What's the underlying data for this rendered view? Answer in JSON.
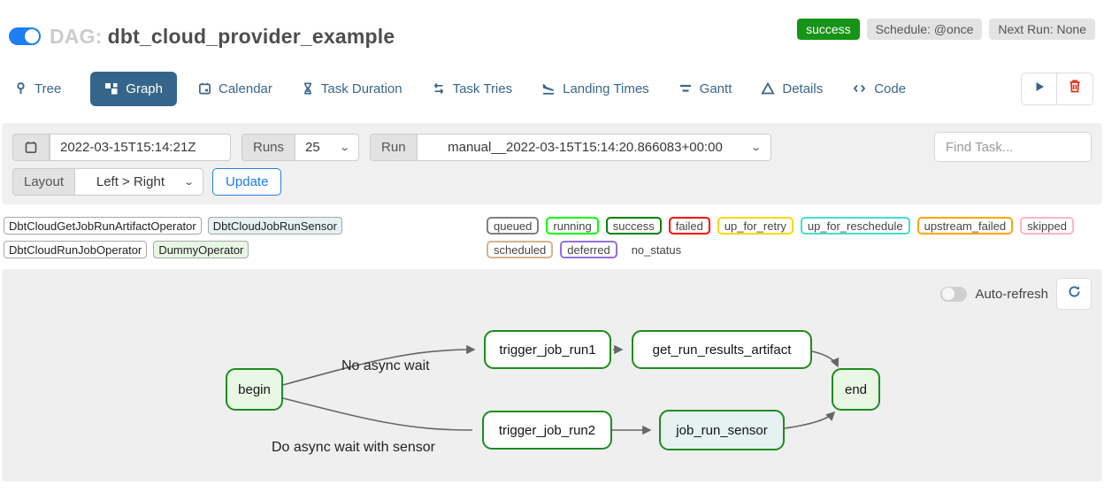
{
  "header": {
    "dag_prefix": "DAG:",
    "dag_id": "dbt_cloud_provider_example",
    "status_badge": "success",
    "schedule_badge": "Schedule: @once",
    "next_run_badge": "Next Run: None",
    "status_color": "#179317"
  },
  "tabs": [
    {
      "label": "Tree"
    },
    {
      "label": "Graph",
      "active": true
    },
    {
      "label": "Calendar"
    },
    {
      "label": "Task Duration"
    },
    {
      "label": "Task Tries"
    },
    {
      "label": "Landing Times"
    },
    {
      "label": "Gantt"
    },
    {
      "label": "Details"
    },
    {
      "label": "Code"
    }
  ],
  "filters": {
    "base_date": "2022-03-15T15:14:21Z",
    "runs_label": "Runs",
    "runs_value": "25",
    "run_label": "Run",
    "run_value": "manual__2022-03-15T15:14:20.866083+00:00",
    "find_task_placeholder": "Find Task...",
    "layout_label": "Layout",
    "layout_value": "Left > Right",
    "update_label": "Update"
  },
  "legend": {
    "operators": [
      {
        "label": "DbtCloudGetJobRunArtifactOperator",
        "fill": "#ffffff"
      },
      {
        "label": "DbtCloudJobRunSensor",
        "fill": "#e6f1f2"
      },
      {
        "label": "DbtCloudRunJobOperator",
        "fill": "#ffffff"
      },
      {
        "label": "DummyOperator",
        "fill": "#e8f7e4"
      }
    ],
    "states": [
      {
        "label": "queued",
        "color": "#808080"
      },
      {
        "label": "running",
        "color": "#00ff00"
      },
      {
        "label": "success",
        "color": "#008000"
      },
      {
        "label": "failed",
        "color": "#ff0000"
      },
      {
        "label": "up_for_retry",
        "color": "#ffd700"
      },
      {
        "label": "up_for_reschedule",
        "color": "#40e0d0"
      },
      {
        "label": "upstream_failed",
        "color": "#ffa500"
      },
      {
        "label": "skipped",
        "color": "#ffb6c1"
      },
      {
        "label": "scheduled",
        "color": "#d2b48c"
      },
      {
        "label": "deferred",
        "color": "#9370db"
      },
      {
        "label": "no_status",
        "color": "transparent"
      }
    ]
  },
  "graph": {
    "auto_refresh_label": "Auto-refresh",
    "node_border_color": "#1f8b1f",
    "nodes": [
      {
        "label": "begin",
        "fill": "#e8f7e4"
      },
      {
        "label": "trigger_job_run1",
        "fill": "#ffffff"
      },
      {
        "label": "get_run_results_artifact",
        "fill": "#ffffff"
      },
      {
        "label": "trigger_job_run2",
        "fill": "#ffffff"
      },
      {
        "label": "job_run_sensor",
        "fill": "#e6f1f2"
      },
      {
        "label": "end",
        "fill": "#e8f7e4"
      }
    ],
    "edge_labels": [
      {
        "label": "No async wait"
      },
      {
        "label": "Do async wait with sensor"
      }
    ]
  }
}
